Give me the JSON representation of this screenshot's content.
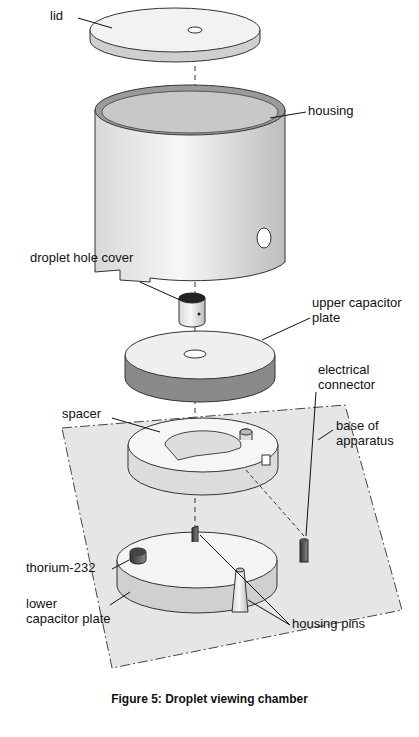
{
  "diagram": {
    "caption": "Figure 5: Droplet viewing chamber",
    "labels": [
      "lid",
      "housing",
      "droplet hole cover",
      "upper capacitor plate",
      "spacer",
      "electrical connector",
      "base of apparatus",
      "thorium-232",
      "lower capacitor plate",
      "housing pins"
    ]
  }
}
